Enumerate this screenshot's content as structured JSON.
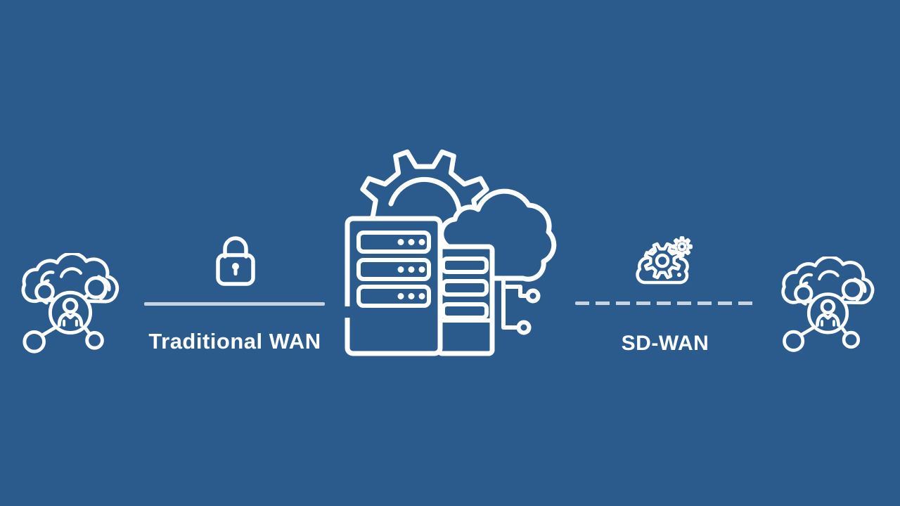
{
  "colors": {
    "background": "#2b5b8c",
    "icon_stroke": "#ffffff",
    "connector_line": "#c9d3e0",
    "label_text": "#ffffff"
  },
  "diagram": {
    "left_endpoint": {
      "icon": "cloud-users-network-icon"
    },
    "traditional_wan": {
      "label": "Traditional WAN",
      "icon": "padlock-icon",
      "line_style": "solid"
    },
    "center_hub": {
      "icon": "data-center-servers-gear-cloud-icon"
    },
    "sd_wan": {
      "label": "SD-WAN",
      "icon": "cloud-gears-icon",
      "line_style": "dashed"
    },
    "right_endpoint": {
      "icon": "cloud-users-network-icon"
    }
  }
}
